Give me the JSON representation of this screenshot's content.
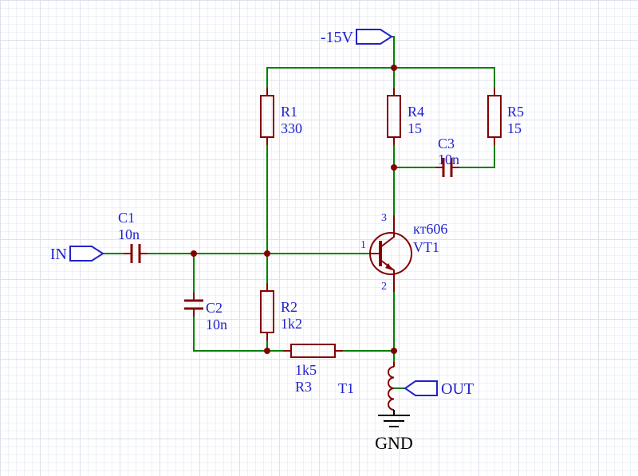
{
  "colors": {
    "wire": "#008000",
    "component": "#840000",
    "label": "#2222cc",
    "ground": "#000000",
    "flag_fill": "#ffffff"
  },
  "power": {
    "label": "-15V"
  },
  "ports": {
    "in": "IN",
    "out": "OUT",
    "gnd": "GND"
  },
  "components": {
    "r1": {
      "ref": "R1",
      "value": "330"
    },
    "r2": {
      "ref": "R2",
      "value": "1k2"
    },
    "r3": {
      "ref": "R3",
      "value": "1k5"
    },
    "r4": {
      "ref": "R4",
      "value": "15"
    },
    "r5": {
      "ref": "R5",
      "value": "15"
    },
    "c1": {
      "ref": "C1",
      "value": "10n"
    },
    "c2": {
      "ref": "C2",
      "value": "10n"
    },
    "c3": {
      "ref": "C3",
      "value": "10n"
    },
    "t1": {
      "ref": "T1"
    },
    "vt1": {
      "ref": "VT1",
      "part": "кт606",
      "pins": {
        "base": "1",
        "collector": "3",
        "emitter": "2"
      }
    }
  }
}
